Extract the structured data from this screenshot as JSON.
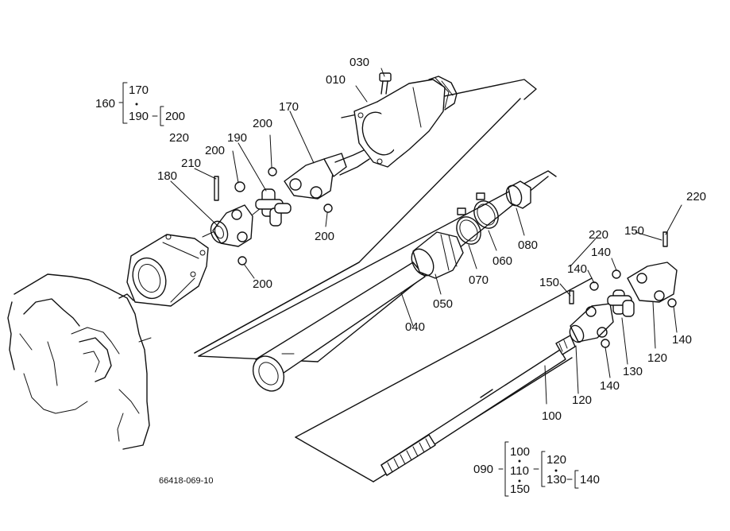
{
  "diagram": {
    "labels": {
      "p010": "010",
      "p030": "030",
      "p040": "040",
      "p050": "050",
      "p060": "060",
      "p070": "070",
      "p080": "080",
      "p100": "100",
      "p120a": "120",
      "p120b": "120",
      "p130": "130",
      "p140a": "140",
      "p140b": "140",
      "p140c": "140",
      "p150a": "150",
      "p150b": "150",
      "p170": "170",
      "p180": "180",
      "p190": "190",
      "p200a": "200",
      "p200b": "200",
      "p200c": "200",
      "p200d": "200",
      "p210": "210",
      "p220a": "220",
      "p220b": "220",
      "p220c": "220"
    },
    "assembly_160": {
      "parent": "160",
      "child1": "170",
      "child2": "190",
      "sub": "200"
    },
    "assembly_090": {
      "parent": "090",
      "c1": "100",
      "c2": "110",
      "c3": "150",
      "g1": "120",
      "g2": "130",
      "sub": "140"
    },
    "drawing_number": "66418-069-10"
  }
}
